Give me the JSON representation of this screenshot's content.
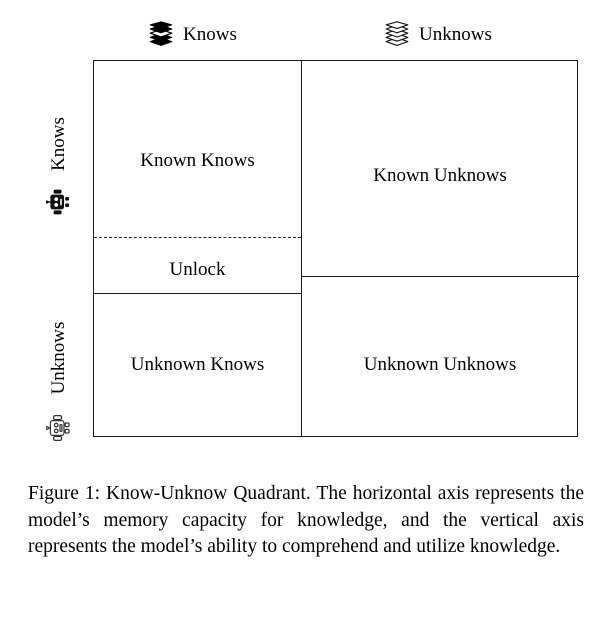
{
  "figure": {
    "column_headers": [
      {
        "label": "Knows",
        "icon": "book-stack-solid-icon"
      },
      {
        "label": "Unknows",
        "icon": "book-stack-outline-icon"
      }
    ],
    "row_headers": [
      {
        "label": "Knows",
        "icon": "robot-solid-icon"
      },
      {
        "label": "Unknows",
        "icon": "robot-outline-icon"
      }
    ],
    "cells": {
      "known_knows": "Known Knows",
      "unlock": "Unlock",
      "known_unknows": "Known Unknows",
      "unknown_knows": "Unknown Knows",
      "unknown_unknows": "Unknown Unknows"
    },
    "colors": {
      "border": "#1a1a1a",
      "dashed_divider": "#222222",
      "text": "#000000",
      "background": "#ffffff"
    }
  },
  "caption": {
    "text": "Figure 1: Know-Unknow Quadrant. The horizontal axis represents the model’s memory capacity for knowledge, and the vertical axis represents the model’s ability to comprehend and utilize knowledge."
  }
}
